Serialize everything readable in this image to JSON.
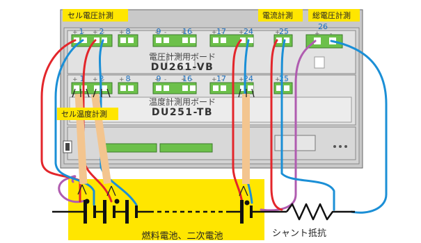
{
  "labels": {
    "cell_voltage": "セル電圧計測",
    "current": "電流計測",
    "total_voltage": "総電圧計測",
    "cell_temp": "セル温度計測",
    "board_vb_title": "電圧計測用ボード",
    "board_vb_model": "DU261-VB",
    "board_tb_title": "温度計測用ボード",
    "board_tb_model": "DU251-TB",
    "battery": "燃料電池、二次電池",
    "shunt": "シャント抵抗"
  },
  "channels_vb": [
    "1",
    "2",
    "8",
    "9",
    "16",
    "17",
    "24",
    "25",
    "26"
  ],
  "channels_tb": [
    "1",
    "2",
    "8",
    "9",
    "16",
    "17",
    "24",
    "25"
  ],
  "polarity": {
    "plus": "+",
    "minus": "-"
  },
  "colors": {
    "label_bg": "#ffe600",
    "chassis": "#d6d6d6",
    "board": "#e8e8e8",
    "terminal_green": "#6cc04a",
    "wire_red": "#e3262b",
    "wire_blue": "#1b8fd6",
    "wire_purple": "#b05cb0",
    "probe": "#f3c58f",
    "channel_text": "#1a6fbf",
    "battery_zone": "#ffe600"
  }
}
